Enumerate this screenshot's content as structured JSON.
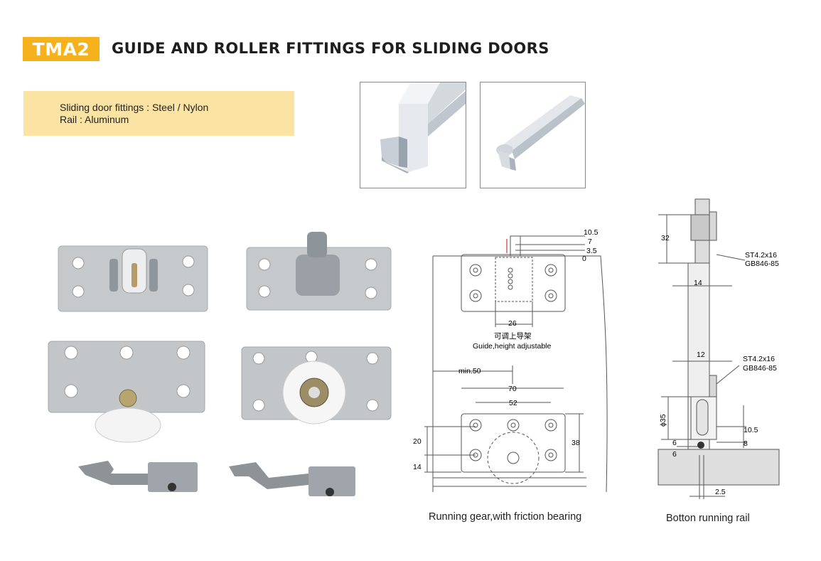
{
  "header": {
    "code": "TMA2",
    "title": "GUIDE AND ROLLER FITTINGS FOR SLIDING DOORS",
    "badge_color": "#f6b21c"
  },
  "specs": {
    "line1": "Sliding door fittings : Steel / Nylon",
    "line2": "Rail : Aluminum",
    "panel_color": "#fbe3a4"
  },
  "drawing_running_gear": {
    "caption": "Running gear,with friction bearing",
    "guide_cn": "可调上导架",
    "guide_en": "Guide,height adjustable",
    "dims": {
      "d105": "10.5",
      "d7": "7",
      "d35": "3.5",
      "d0": "0",
      "d26": "26",
      "min50": "min.50",
      "d70": "70",
      "d52": "52",
      "d38": "38",
      "d20": "20",
      "d14": "14"
    }
  },
  "drawing_bottom_rail": {
    "caption": "Botton running rail",
    "screw1": "ST4.2x16",
    "std1": "GB846-85",
    "screw2": "ST4.2x16",
    "std2": "GB846-85",
    "dims": {
      "d32": "32",
      "d14": "14",
      "d12": "12",
      "phi35": "ϕ35",
      "d105": "10.5",
      "d8": "8",
      "d6a": "6",
      "d6b": "6",
      "d25": "2.5"
    }
  }
}
